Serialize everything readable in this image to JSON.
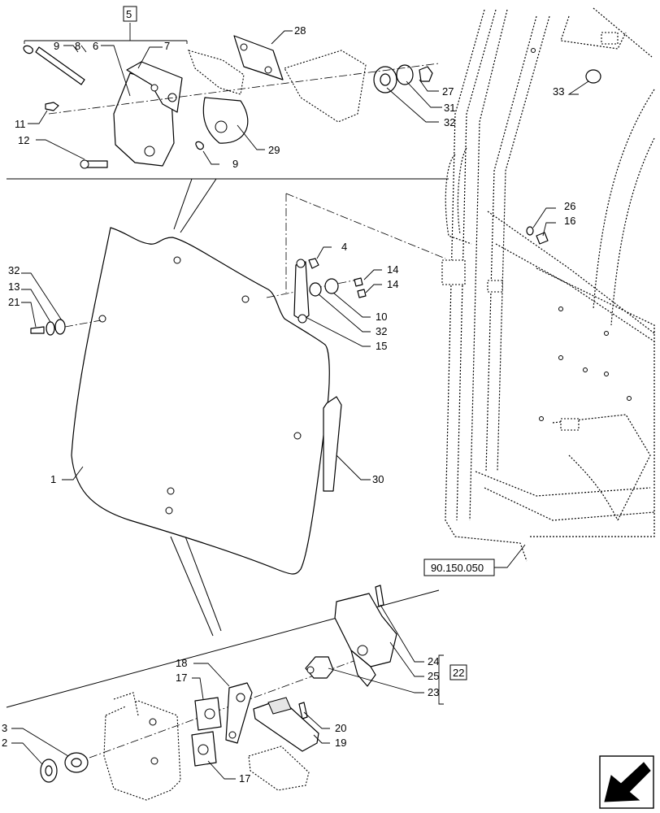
{
  "callouts": {
    "c1": "1",
    "c2": "2",
    "c3": "3",
    "c4": "4",
    "c5": "5",
    "c6": "6",
    "c7": "7",
    "c8": "8",
    "c9a": "9",
    "c9b": "9",
    "c10": "10",
    "c11": "11",
    "c12": "12",
    "c13": "13",
    "c14a": "14",
    "c14b": "14",
    "c15": "15",
    "c16": "16",
    "c17a": "17",
    "c17b": "17",
    "c18": "18",
    "c19": "19",
    "c20": "20",
    "c21": "21",
    "c22": "22",
    "c23": "23",
    "c24": "24",
    "c25": "25",
    "c26": "26",
    "c27": "27",
    "c28": "28",
    "c29": "29",
    "c30": "30",
    "c31": "31",
    "c32a": "32",
    "c32b": "32",
    "c32c": "32",
    "c33": "33"
  },
  "reference": "90.150.050",
  "icons": {
    "nav_arrow": "arrow-down-left-icon"
  }
}
